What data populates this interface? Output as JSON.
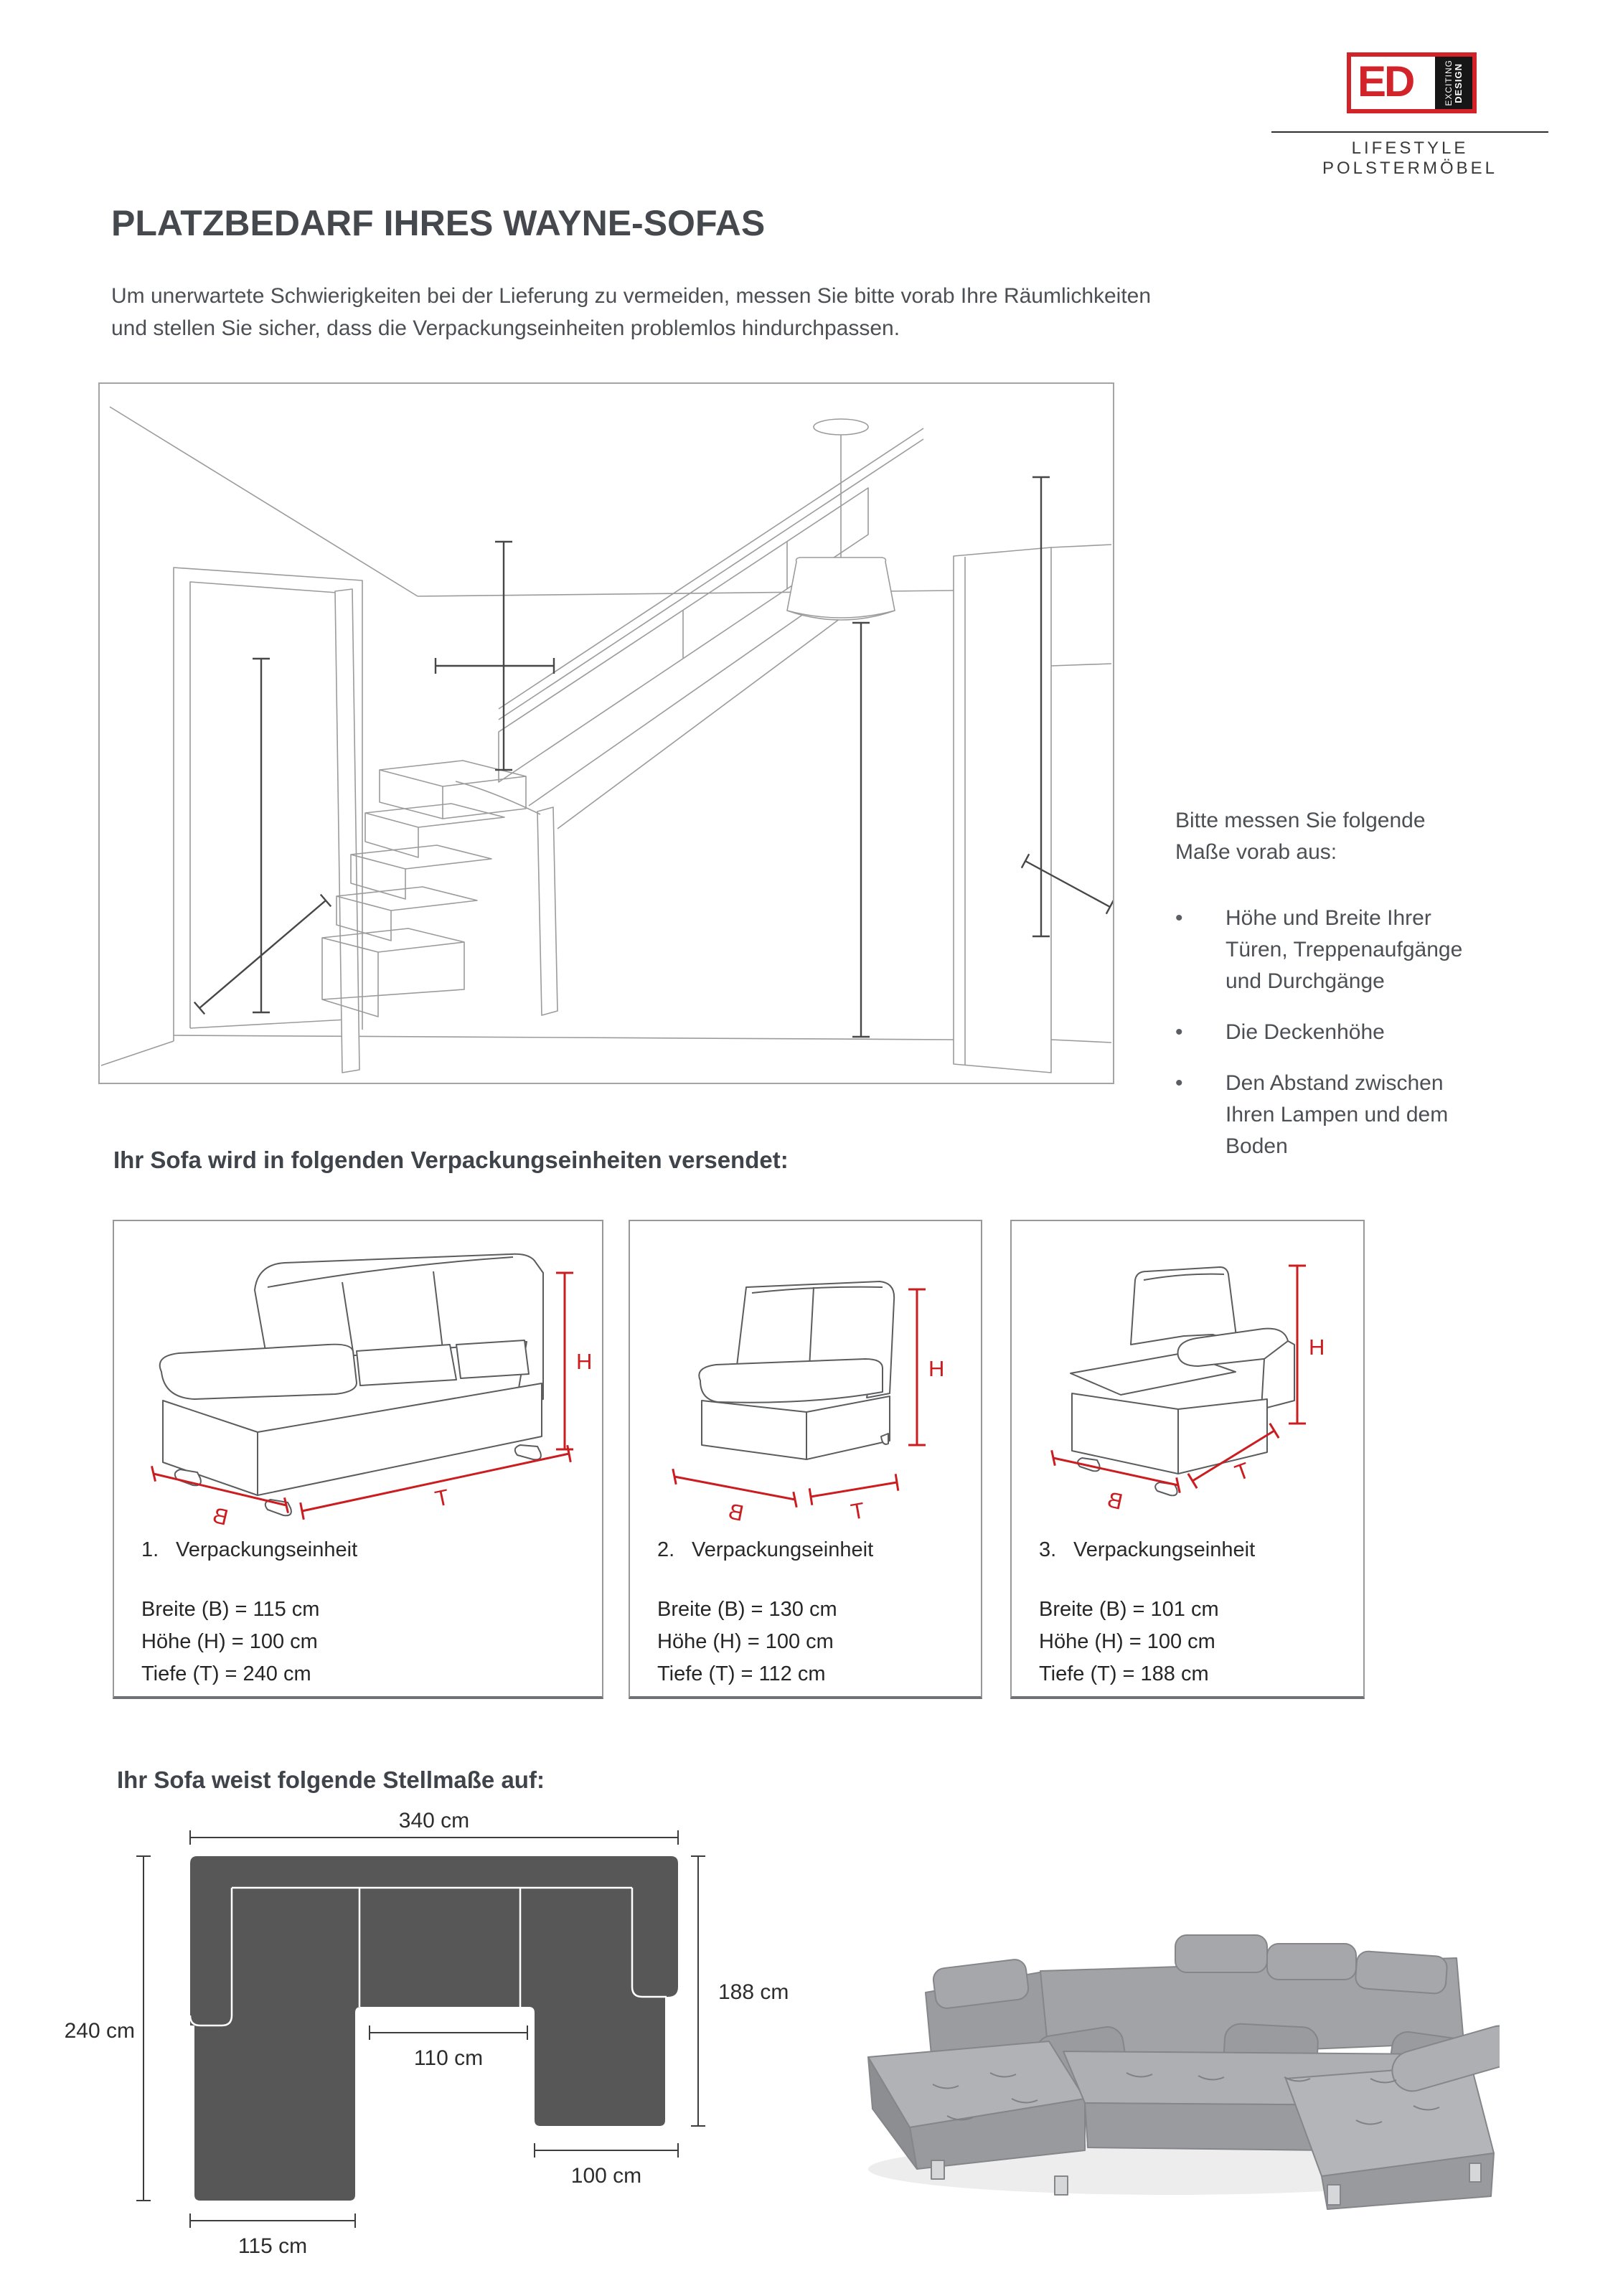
{
  "logo": {
    "ed": "ED",
    "tag_word1": "EXCITING",
    "tag_word2": "DESIGN",
    "subtitle": "LIFESTYLE POLSTERMÖBEL"
  },
  "page": {
    "title": "PLATZBEDARF IHRES WAYNE-SOFAS",
    "intro_line1": "Um unerwartete Schwierigkeiten bei der Lieferung zu vermeiden, messen Sie bitte vorab Ihre Räumlichkeiten",
    "intro_line2": "und stellen Sie sicher, dass die Verpackungseinheiten problemlos hindurchpassen."
  },
  "measure_note": {
    "heading_line1": "Bitte messen Sie folgende",
    "heading_line2": "Maße vorab aus:",
    "bullet": "•",
    "items": [
      {
        "lines": [
          "Höhe und Breite Ihrer",
          "Türen, Treppenaufgänge",
          "und Durchgänge"
        ]
      },
      {
        "lines": [
          "Die Deckenhöhe"
        ]
      },
      {
        "lines": [
          "Den Abstand zwischen",
          "Ihren Lampen und dem",
          "Boden"
        ]
      }
    ]
  },
  "packaging": {
    "heading": "Ihr Sofa wird in folgenden Verpackungseinheiten versendet:",
    "boxes": [
      {
        "num": "1.",
        "name": "Verpackungseinheit",
        "breite": "Breite (B) = 115 cm",
        "hoehe": "Höhe (H) = 100 cm",
        "tiefe": "Tiefe (T) = 240 cm",
        "h": "H",
        "b": "B",
        "t": "T"
      },
      {
        "num": "2.",
        "name": "Verpackungseinheit",
        "breite": "Breite (B) = 130 cm",
        "hoehe": "Höhe (H) = 100 cm",
        "tiefe": "Tiefe (T) = 112 cm",
        "h": "H",
        "b": "B",
        "t": "T"
      },
      {
        "num": "3.",
        "name": "Verpackungseinheit",
        "breite": "Breite (B) = 101 cm",
        "hoehe": "Höhe (H) = 100 cm",
        "tiefe": "Tiefe (T) = 188 cm",
        "h": "H",
        "b": "B",
        "t": "T"
      }
    ]
  },
  "stellmass": {
    "heading": "Ihr Sofa weist folgende Stellmaße auf:",
    "dims": {
      "top": "340 cm",
      "left": "240 cm",
      "right": "188 cm",
      "inner": "110 cm",
      "bottom_right": "100 cm",
      "bottom_left": "115 cm"
    }
  },
  "colors": {
    "accent_red": "#cb1d20",
    "plan_gray": "#575757",
    "heading_gray": "#45494e"
  }
}
